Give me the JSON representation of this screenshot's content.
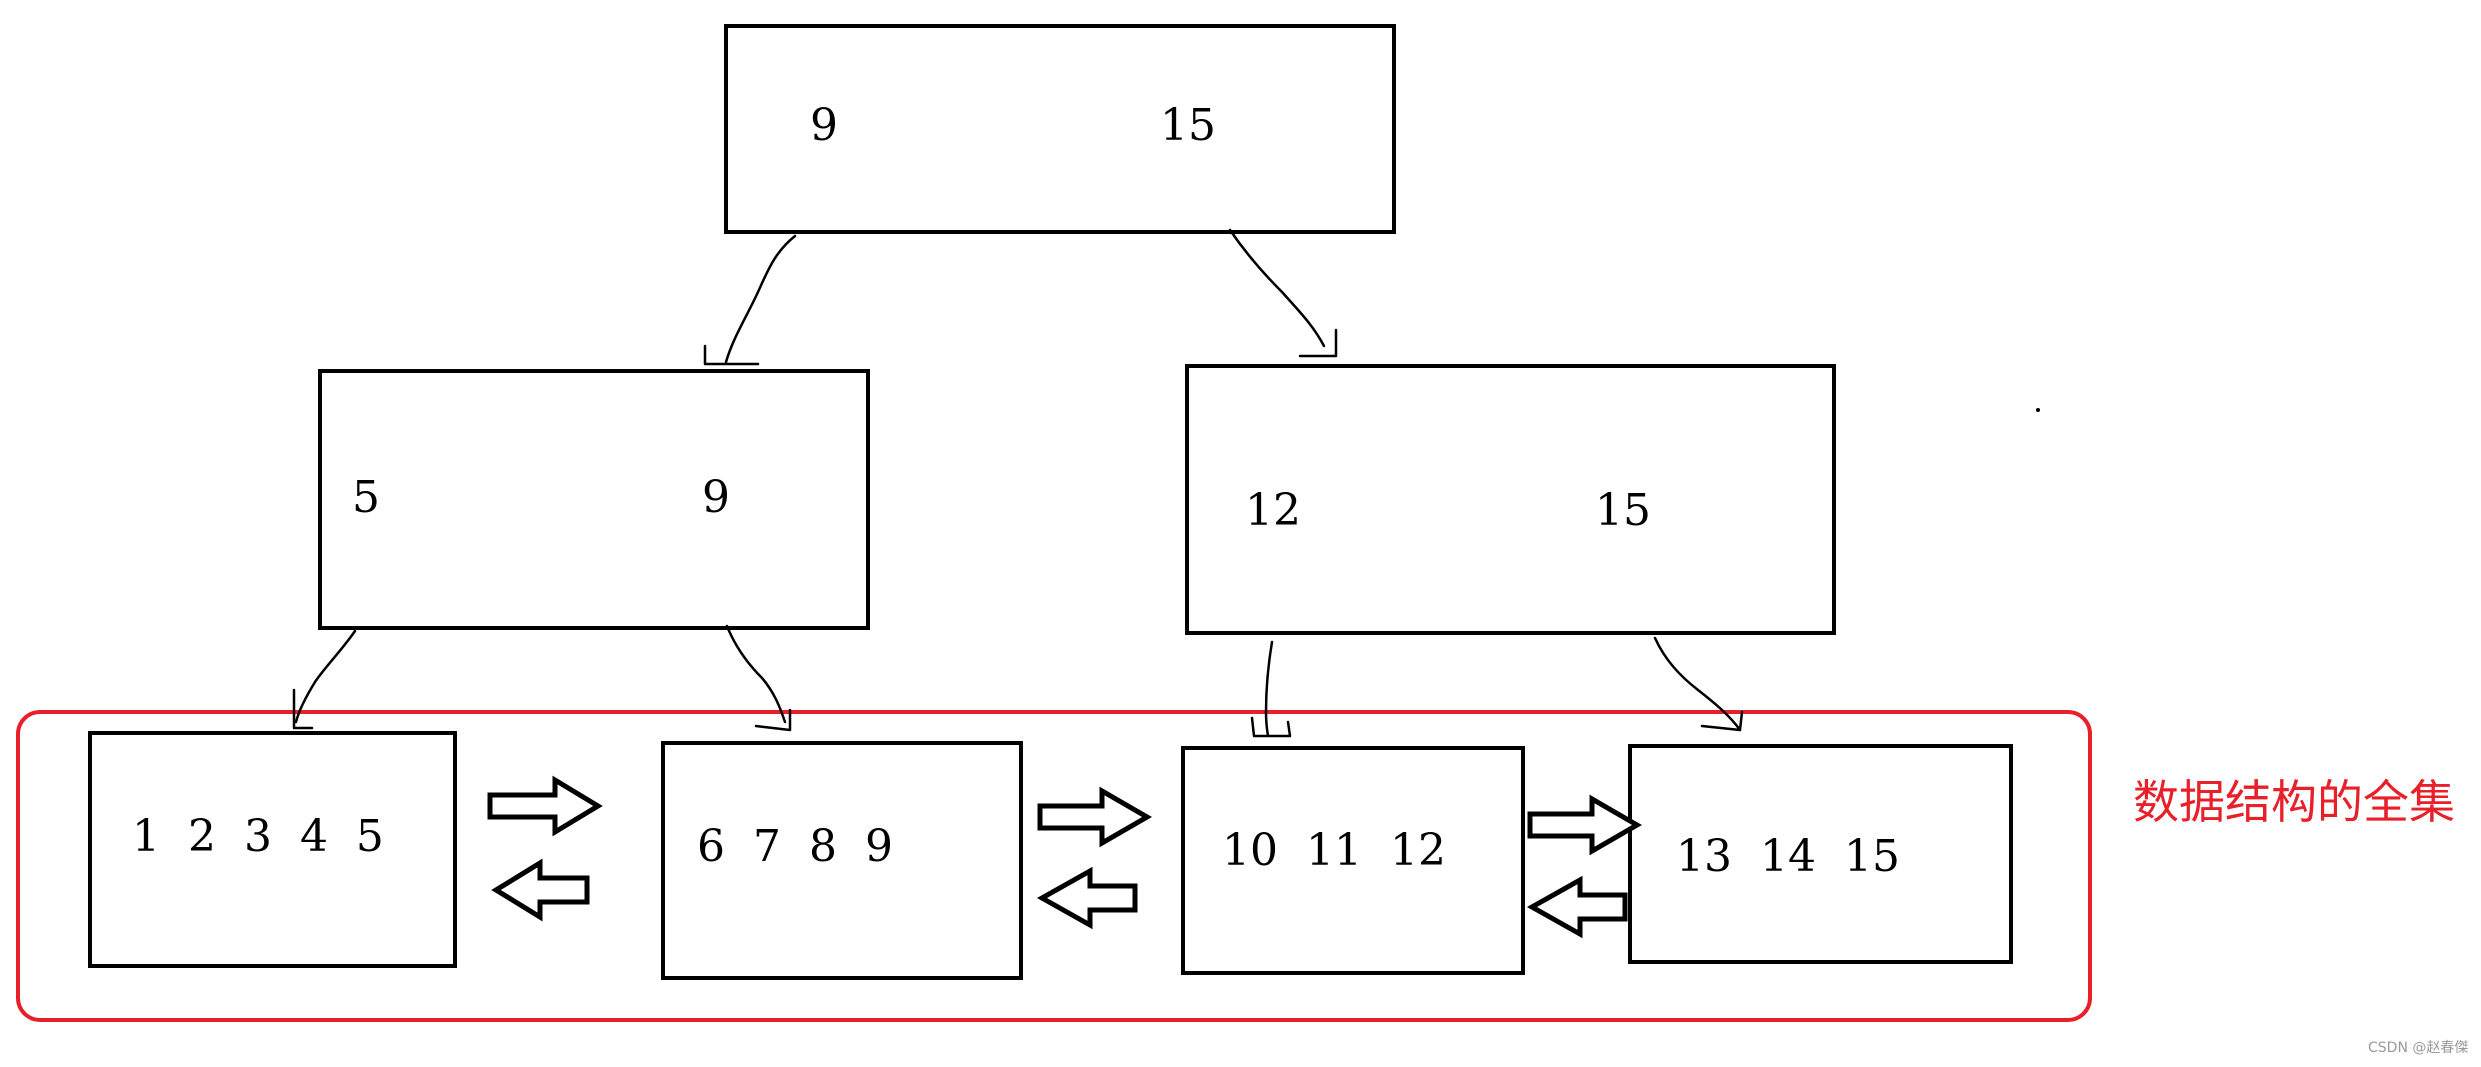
{
  "root": {
    "keys": [
      "9",
      "15"
    ]
  },
  "internal": [
    {
      "keys": [
        "5",
        "9"
      ]
    },
    {
      "keys": [
        "12",
        "15"
      ]
    }
  ],
  "leaves": [
    {
      "keys": "1 2 3 4 5"
    },
    {
      "keys": "6 7 8 9"
    },
    {
      "keys": "10 11 12"
    },
    {
      "keys": "13 14 15"
    }
  ],
  "leaf_set": {
    "label": "数据结构的全集",
    "color": "#e8202a"
  },
  "watermark": "CSDN @赵春傑"
}
